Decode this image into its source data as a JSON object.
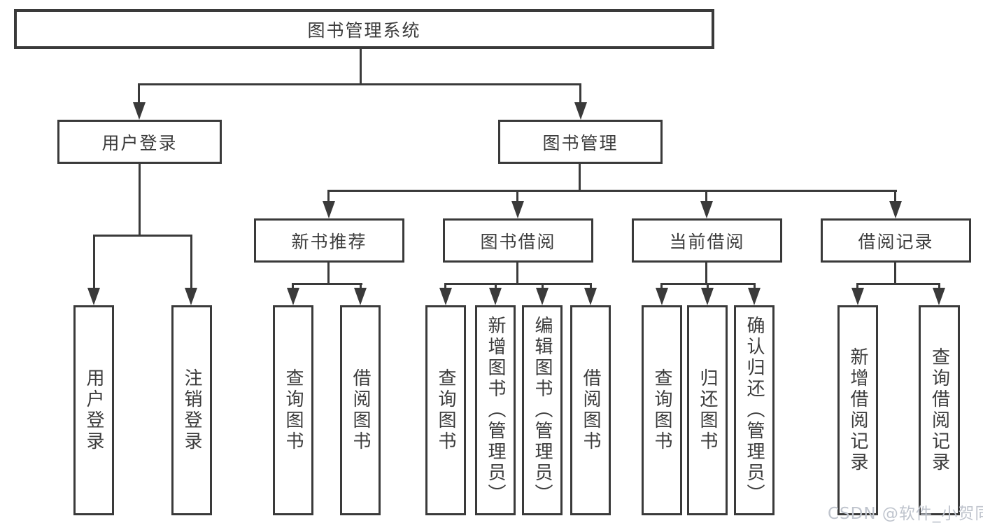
{
  "tree": {
    "root": {
      "label": "图书管理系统"
    },
    "branches": [
      {
        "label": "用户登录",
        "children": [
          {
            "label": "用户登录"
          },
          {
            "label": "注销登录"
          }
        ]
      },
      {
        "label": "图书管理",
        "children": [
          {
            "label": "新书推荐",
            "children": [
              {
                "label": "查询图书"
              },
              {
                "label": "借阅图书"
              }
            ]
          },
          {
            "label": "图书借阅",
            "children": [
              {
                "label": "查询图书"
              },
              {
                "label": "新增图书（管理员）"
              },
              {
                "label": "编辑图书（管理员）"
              },
              {
                "label": "借阅图书"
              }
            ]
          },
          {
            "label": "当前借阅",
            "children": [
              {
                "label": "查询图书"
              },
              {
                "label": "归还图书"
              },
              {
                "label": "确认归还（管理员）"
              }
            ]
          },
          {
            "label": "借阅记录",
            "children": [
              {
                "label": "新增借阅记录"
              },
              {
                "label": "查询借阅记录"
              }
            ]
          }
        ]
      }
    ]
  },
  "watermark": {
    "text": "CSDN @软件_小贺同学"
  },
  "colors": {
    "line": "#3a3a3a",
    "text": "#3c3c3c",
    "box_background": "#ffffff",
    "watermark": "#bfc4cd"
  }
}
